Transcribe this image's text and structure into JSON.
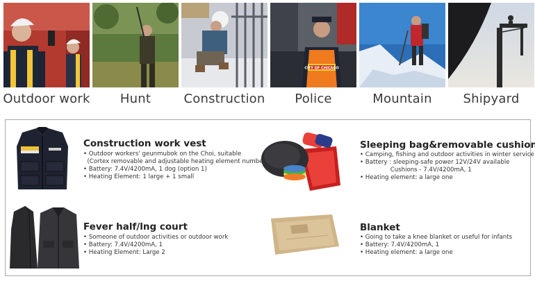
{
  "scenes": [
    {
      "caption": "Outdoor work"
    },
    {
      "caption": "Hunt"
    },
    {
      "caption": "Construction"
    },
    {
      "caption": "Police"
    },
    {
      "caption": "Mountain"
    },
    {
      "caption": "Shipyard"
    }
  ],
  "police_vest_text": "CITY OF CHICAGO",
  "products": [
    {
      "title": "Construction work vest",
      "lines": [
        "• Outdoor workers' geunmubok on the Choi, suitable",
        "  (Cortex removable and adjustable heating element number)",
        "• Battery: 7.4V/4200mA, 1 dog (option 1)",
        "• Heating Element: 1 large + 1 small"
      ]
    },
    {
      "title": "Sleeping bag&removable cushion",
      "lines": [
        "• Camping, fishing and outdoor activities in winter service",
        "• Battery : sleeping-safe power 12V/24V available",
        "                Cushions - 7.4V/4200mA, 1",
        "• Heating element: a large one"
      ]
    },
    {
      "title": "Fever half/lng court",
      "lines": [
        "• Someone of outdoor activities or outdoor work",
        "• Battery: 7.4V/4200mA, 1",
        "• Heating Element: Large 2"
      ]
    },
    {
      "title": "Blanket",
      "lines": [
        "• Going to take a knee blanket or useful for infants",
        "• Battery: 7.4V/4200mA, 1",
        "• Heating element: a large one"
      ]
    }
  ]
}
